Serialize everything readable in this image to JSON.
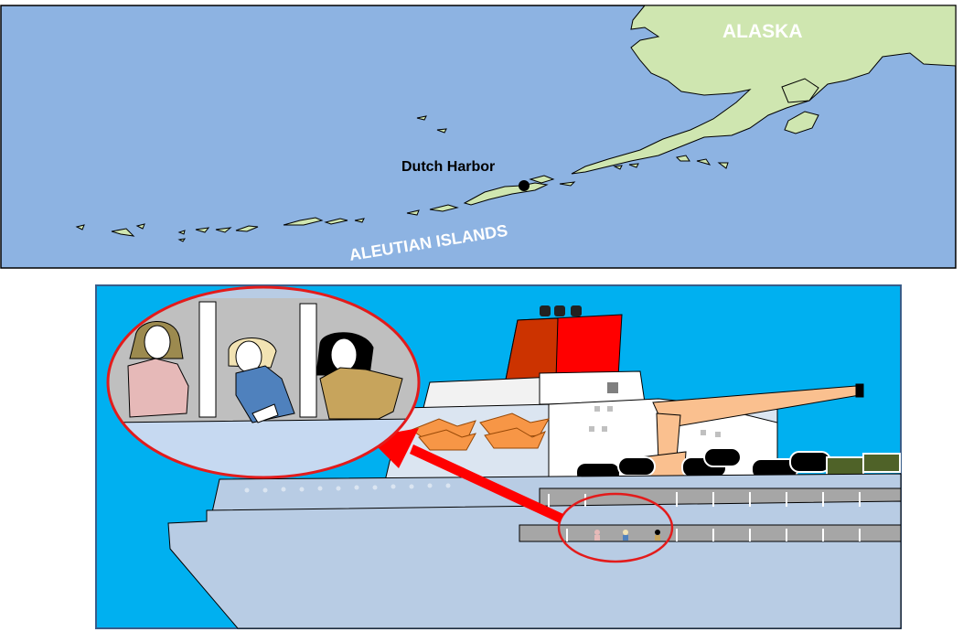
{
  "map": {
    "region_label": "ALASKA",
    "place_label": "Dutch Harbor",
    "islands_label": "ALEUTIAN ISLANDS",
    "colors": {
      "ocean": "#8db3e2",
      "land": "#cfe6b0",
      "marker": "#000000",
      "border": "#000000"
    }
  },
  "scene": {
    "colors": {
      "sky": "#00b0f0",
      "hull": "#b8cce4",
      "superstructure": "#dbe5f1",
      "funnel": "#ff0000",
      "funnel_shade": "#cc3300",
      "lifeboat": "#f79646",
      "crane": "#fac08f",
      "highlight_circle": "#e31b1b",
      "arrow": "#ff0000",
      "deck": "#a6a6a6"
    },
    "passengers": [
      {
        "icon": "woman-pink-shirt-icon",
        "shirt": "#e6b9b8",
        "hair": "#9c8a4f"
      },
      {
        "icon": "woman-blue-shirt-icon",
        "shirt": "#4f81bd",
        "hair": "#f2e3b3"
      },
      {
        "icon": "woman-patterned-shirt-icon",
        "shirt": "#c7a45c",
        "hair": "#000000"
      }
    ]
  }
}
